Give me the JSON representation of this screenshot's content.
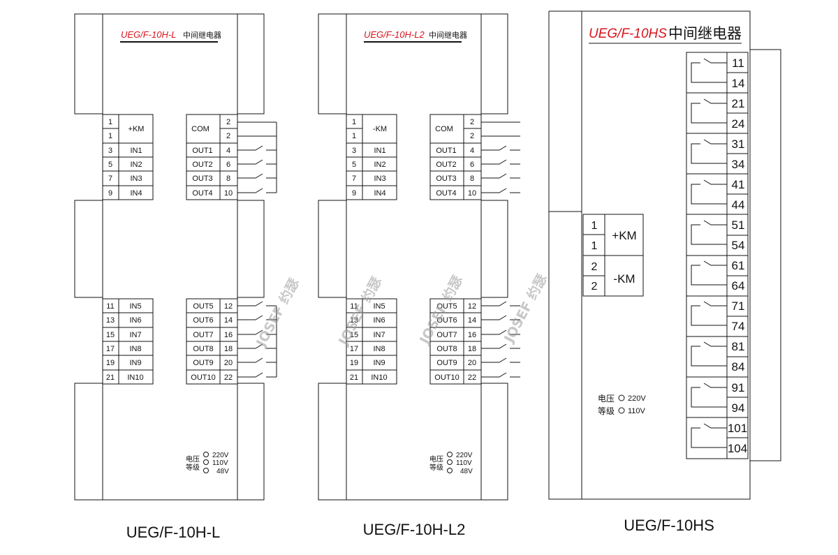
{
  "watermark": "JOSEF 约瑟",
  "relays": [
    {
      "title_model": "UEG/F-10H-L",
      "title_name": "中间继电器",
      "caption": "UEG/F-10H-L",
      "supply_label": "+KM",
      "input_rows": [
        {
          "num": "1",
          "label": ""
        },
        {
          "num": "1",
          "label": ""
        },
        {
          "num": "3",
          "label": "IN1"
        },
        {
          "num": "5",
          "label": "IN2"
        },
        {
          "num": "7",
          "label": "IN3"
        },
        {
          "num": "9",
          "label": "IN4"
        }
      ],
      "input_rows_b": [
        {
          "num": "11",
          "label": "IN5"
        },
        {
          "num": "13",
          "label": "IN6"
        },
        {
          "num": "15",
          "label": "IN7"
        },
        {
          "num": "17",
          "label": "IN8"
        },
        {
          "num": "19",
          "label": "IN9"
        },
        {
          "num": "21",
          "label": "IN10"
        }
      ],
      "output_com": "COM",
      "output_rows": [
        {
          "label": "",
          "num": "2"
        },
        {
          "label": "",
          "num": "2"
        },
        {
          "label": "OUT1",
          "num": "4"
        },
        {
          "label": "OUT2",
          "num": "6"
        },
        {
          "label": "OUT3",
          "num": "8"
        },
        {
          "label": "OUT4",
          "num": "10"
        }
      ],
      "output_rows_b": [
        {
          "label": "OUT5",
          "num": "12"
        },
        {
          "label": "OUT6",
          "num": "14"
        },
        {
          "label": "OUT7",
          "num": "16"
        },
        {
          "label": "OUT8",
          "num": "18"
        },
        {
          "label": "OUT9",
          "num": "20"
        },
        {
          "label": "OUT10",
          "num": "22"
        }
      ],
      "voltage_label_1": "电压",
      "voltage_label_2": "等级",
      "voltages": [
        "220V",
        "110V",
        "48V"
      ]
    },
    {
      "title_model": "UEG/F-10H-L2",
      "title_name": "中间继电器",
      "caption": "UEG/F-10H-L2",
      "supply_label": "-KM",
      "input_rows": [
        {
          "num": "1",
          "label": ""
        },
        {
          "num": "1",
          "label": ""
        },
        {
          "num": "3",
          "label": "IN1"
        },
        {
          "num": "5",
          "label": "IN2"
        },
        {
          "num": "7",
          "label": "IN3"
        },
        {
          "num": "9",
          "label": "IN4"
        }
      ],
      "input_rows_b": [
        {
          "num": "11",
          "label": "IN5"
        },
        {
          "num": "13",
          "label": "IN6"
        },
        {
          "num": "15",
          "label": "IN7"
        },
        {
          "num": "17",
          "label": "IN8"
        },
        {
          "num": "19",
          "label": "IN9"
        },
        {
          "num": "21",
          "label": "IN10"
        }
      ],
      "output_com": "COM",
      "output_rows": [
        {
          "label": "",
          "num": "2"
        },
        {
          "label": "",
          "num": "2"
        },
        {
          "label": "OUT1",
          "num": "4"
        },
        {
          "label": "OUT2",
          "num": "6"
        },
        {
          "label": "OUT3",
          "num": "8"
        },
        {
          "label": "OUT4",
          "num": "10"
        }
      ],
      "output_rows_b": [
        {
          "label": "OUT5",
          "num": "12"
        },
        {
          "label": "OUT6",
          "num": "14"
        },
        {
          "label": "OUT7",
          "num": "16"
        },
        {
          "label": "OUT8",
          "num": "18"
        },
        {
          "label": "OUT9",
          "num": "20"
        },
        {
          "label": "OUT10",
          "num": "22"
        }
      ],
      "voltage_label_1": "电压",
      "voltage_label_2": "等级",
      "voltages": [
        "220V",
        "110V",
        "48V"
      ]
    }
  ],
  "relay_hs": {
    "title_model": "UEG/F-10HS",
    "title_name": "中间继电器",
    "caption": "UEG/F-10HS",
    "supply": [
      {
        "nums": [
          "1",
          "1"
        ],
        "label": "+KM"
      },
      {
        "nums": [
          "2",
          "2"
        ],
        "label": "-KM"
      }
    ],
    "contacts": [
      [
        "11",
        "14"
      ],
      [
        "21",
        "24"
      ],
      [
        "31",
        "34"
      ],
      [
        "41",
        "44"
      ],
      [
        "51",
        "54"
      ],
      [
        "61",
        "64"
      ],
      [
        "71",
        "74"
      ],
      [
        "81",
        "84"
      ],
      [
        "91",
        "94"
      ],
      [
        "101",
        "104"
      ]
    ],
    "voltage_label_1": "电压",
    "voltage_label_2": "等级",
    "voltages": [
      "220V",
      "110V"
    ]
  },
  "colors": {
    "title_model": "#d8141c",
    "line": "#111111",
    "watermark": "#9a9a9a"
  }
}
